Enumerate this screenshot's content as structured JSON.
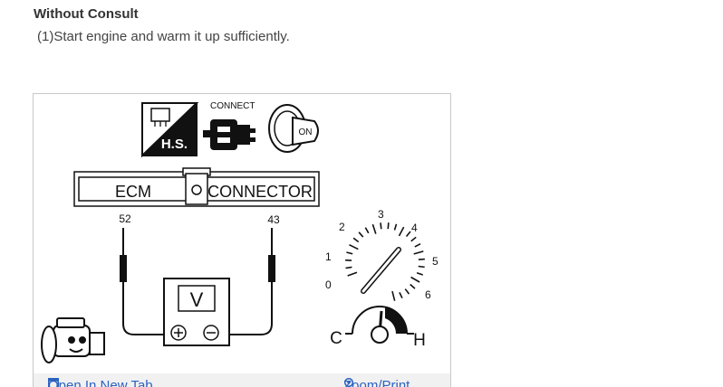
{
  "section": {
    "heading": "Without Consult",
    "step": "(1)Start engine and warm it up sufficiently."
  },
  "diagram": {
    "hs_label": "H.S.",
    "connect_label": "CONNECT",
    "key_label": "ON",
    "ecm_label": "ECM",
    "connector_label": "CONNECTOR",
    "pin_left": "52",
    "pin_right": "43",
    "meter_label": "V",
    "gauge_ticks": [
      "0",
      "1",
      "2",
      "3",
      "4",
      "5",
      "6"
    ],
    "temp_cold": "C",
    "temp_hot": "H"
  },
  "toolbar": {
    "open_label": "Open In New Tab",
    "zoom_label": "Zoom/Print"
  },
  "colors": {
    "link": "#2b62c0",
    "toolbar_bg": "#f1f1f1"
  }
}
